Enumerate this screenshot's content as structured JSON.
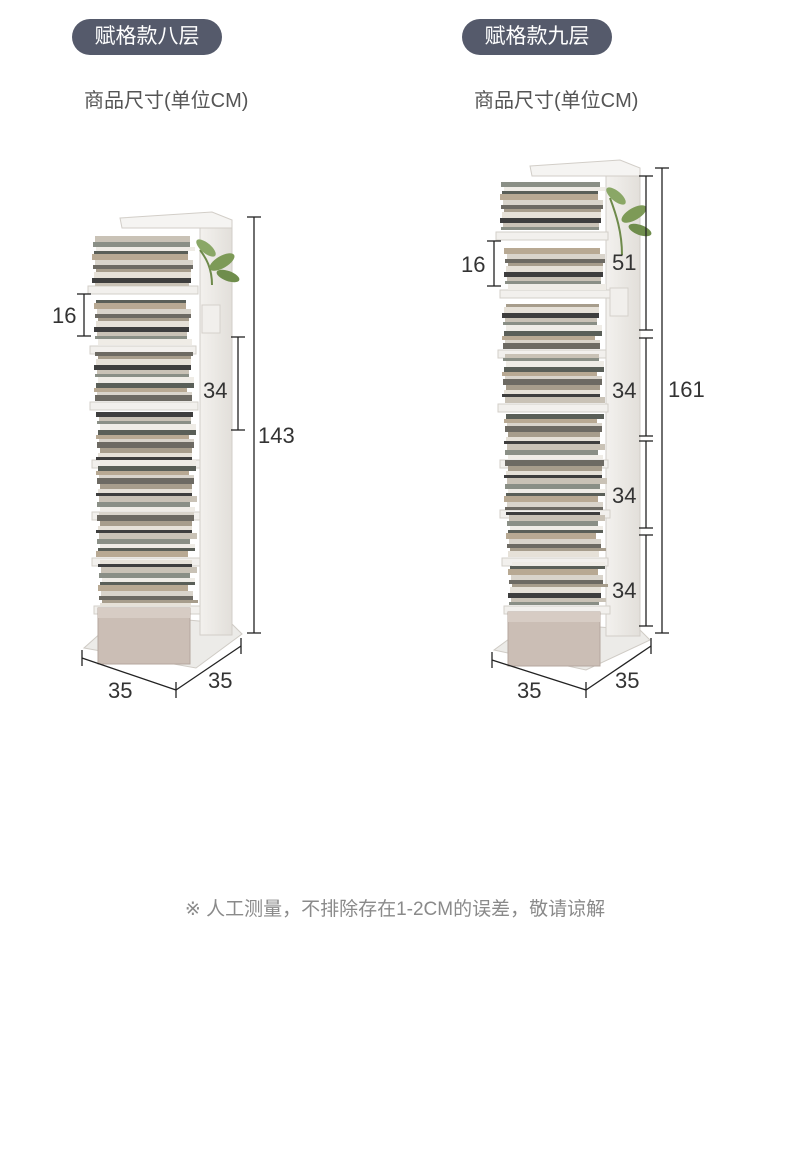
{
  "models": [
    {
      "title": "赋格款八层",
      "subtitle": "商品尺寸(单位CM)",
      "dims": {
        "total": "143",
        "section": "34",
        "shelf": "16",
        "width": "35",
        "depth": "35"
      }
    },
    {
      "title": "赋格款九层",
      "subtitle": "商品尺寸(单位CM)",
      "dims": {
        "top": "51",
        "total": "161",
        "section_a": "34",
        "section_b": "34",
        "section_c": "34",
        "shelf": "16",
        "width": "35",
        "depth": "35"
      }
    }
  ],
  "note": "※ 人工测量，不排除存在1-2CM的误差，敬请谅解"
}
